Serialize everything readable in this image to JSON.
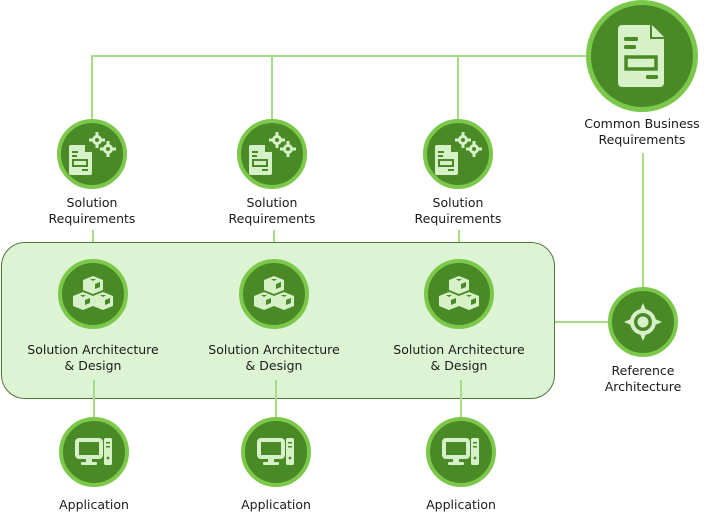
{
  "diagram": {
    "common_business_requirements": {
      "label_line1": "Common Business",
      "label_line2": "Requirements",
      "icon": "document-icon"
    },
    "reference_architecture": {
      "label_line1": "Reference",
      "label_line2": "Architecture",
      "icon": "crosshair-icon"
    },
    "columns": [
      {
        "requirements": {
          "label_line1": "Solution",
          "label_line2": "Requirements",
          "icon": "document-gears-icon"
        },
        "architecture": {
          "label_line1": "Solution Architecture",
          "label_line2": "& Design",
          "icon": "cubes-icon"
        },
        "application": {
          "label": "Application",
          "icon": "computer-icon"
        }
      },
      {
        "requirements": {
          "label_line1": "Solution",
          "label_line2": "Requirements",
          "icon": "document-gears-icon"
        },
        "architecture": {
          "label_line1": "Solution Architecture",
          "label_line2": "& Design",
          "icon": "cubes-icon"
        },
        "application": {
          "label": "Application",
          "icon": "computer-icon"
        }
      },
      {
        "requirements": {
          "label_line1": "Solution",
          "label_line2": "Requirements",
          "icon": "document-gears-icon"
        },
        "architecture": {
          "label_line1": "Solution Architecture",
          "label_line2": "& Design",
          "icon": "cubes-icon"
        },
        "application": {
          "label": "Application",
          "icon": "computer-icon"
        }
      }
    ],
    "colors": {
      "node_fill": "#4a8a26",
      "node_ring": "#7cc84a",
      "connector": "#a6dc86",
      "group_fill": "#dcf4d4",
      "group_border": "#4d7a36",
      "icon_fill": "#d6f0c8"
    }
  }
}
